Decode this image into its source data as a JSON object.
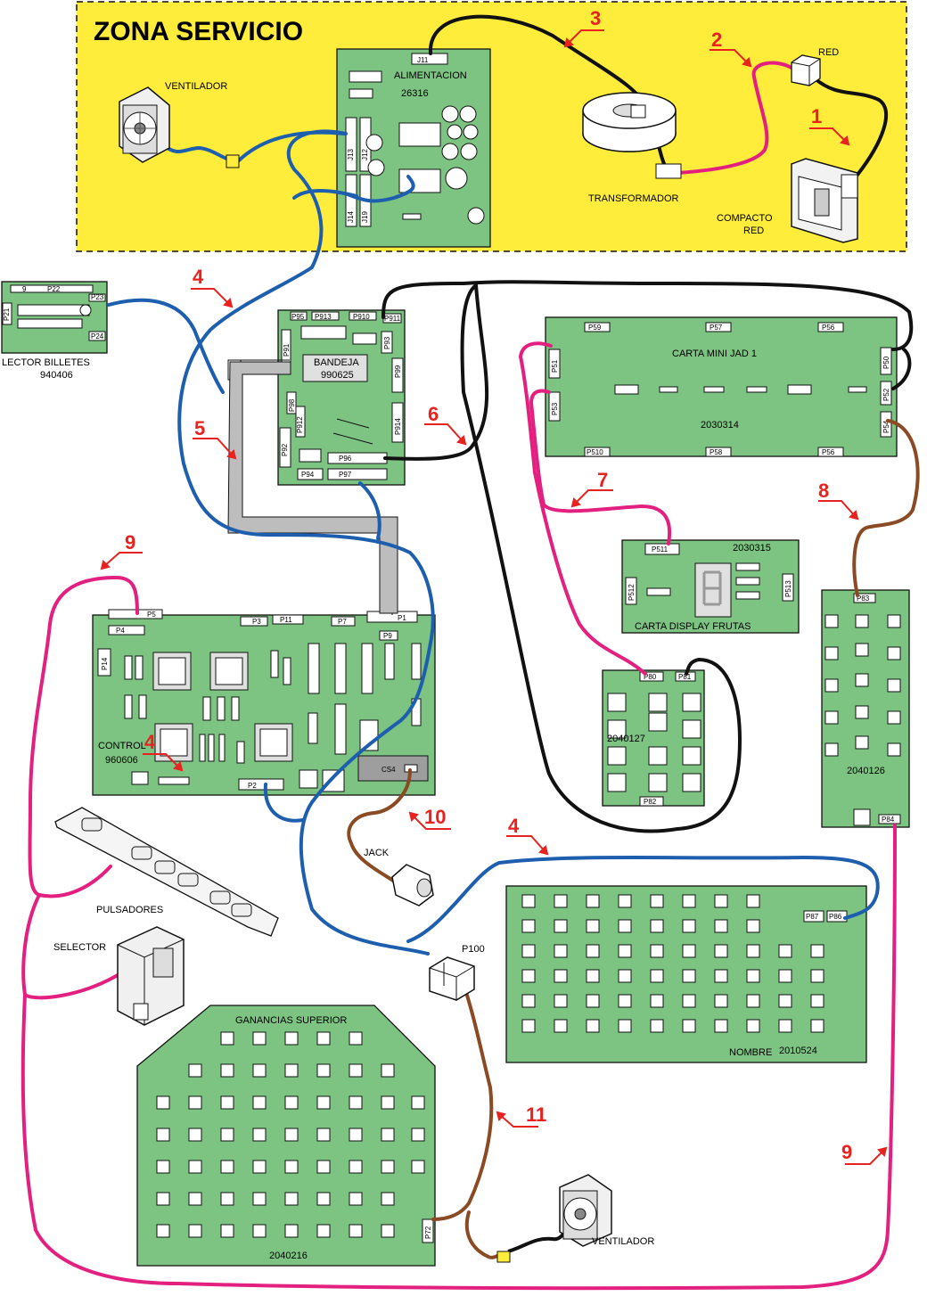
{
  "title": "ZONA SERVICIO",
  "colors": {
    "service_zone": "#ffec3b",
    "board": "#7dc382",
    "cable_blue": "#1d5fae",
    "cable_black": "#111111",
    "cable_pink": "#e3207f",
    "cable_brown": "#8a4a23",
    "cable_grey": "#bdbdbd",
    "marker_red": "#e8221e"
  },
  "components": {
    "ventilador_top": "VENTILADOR",
    "alimentacion": "ALIMENTACION",
    "alimentacion_code": "26316",
    "transformador": "TRANSFORMADOR",
    "red": "RED",
    "compacto_line1": "COMPACTO",
    "compacto_line2": "RED",
    "lector_line1": "LECTOR BILLETES",
    "lector_code": "940406",
    "bandeja": "BANDEJA",
    "bandeja_code": "990625",
    "carta_mini": "CARTA MINI JAD 1",
    "carta_mini_code": "2030314",
    "display_code": "2030315",
    "display_name": "CARTA DISPLAY FRUTAS",
    "board_2040127": "2040127",
    "board_2040126": "2040126",
    "control": "CONTROL",
    "control_code": "960606",
    "cs4": "CS4",
    "jack": "JACK",
    "pulsadores": "PULSADORES",
    "selector": "SELECTOR",
    "p100": "P100",
    "nombre": "NOMBRE",
    "nombre_code": "2010524",
    "ganancias": "GANANCIAS SUPERIOR",
    "ganancias_code": "2040216",
    "ventilador_bottom": "VENTILADOR"
  },
  "ports": {
    "j11": "J11",
    "j12": "J12",
    "j13": "J13",
    "j14": "J14",
    "j19": "J19",
    "p22": "P22",
    "p23": "P23",
    "p24": "P24",
    "p21": "P21",
    "p9l": "9",
    "p95": "P95",
    "p913": "P913",
    "p910": "P910",
    "p911": "P911",
    "p91": "P91",
    "p93": "P93",
    "p99": "P99",
    "p98": "P98",
    "p912": "P912",
    "p914": "P914",
    "p92": "P92",
    "p96": "P96",
    "p94": "P94",
    "p97": "P97",
    "p59": "P59",
    "p57": "P57",
    "p56a": "P56",
    "p51": "P51",
    "p53": "P53",
    "p50": "P50",
    "p52": "P52",
    "p54": "P54",
    "p510": "P510",
    "p58": "P58",
    "p56b": "P56",
    "p511": "P511",
    "p512": "P512",
    "p513": "P513",
    "p80": "P80",
    "p81": "P81",
    "p82": "P82",
    "p83": "P83",
    "p84": "P84",
    "p5": "P5",
    "p4": "P4",
    "p3": "P3",
    "p11": "P11",
    "p7": "P7",
    "p1": "P1",
    "p9": "P9",
    "p14": "P14",
    "p2": "P2",
    "p87": "P87",
    "p86": "P86",
    "p72": "P72"
  },
  "markers": {
    "m1": "1",
    "m2": "2",
    "m3": "3",
    "m4a": "4",
    "m4b": "4",
    "m4c": "4",
    "m5": "5",
    "m6": "6",
    "m7": "7",
    "m8": "8",
    "m9a": "9",
    "m9b": "9",
    "m10": "10",
    "m11": "11"
  }
}
